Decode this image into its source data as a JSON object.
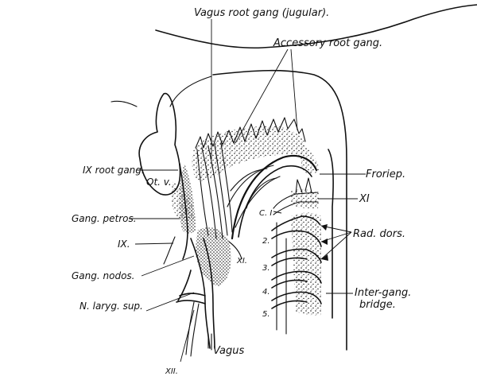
{
  "labels": {
    "vagus_root_gang": "Vagus root gang (jugular).",
    "accessory_root_gang": "Accessory root gang.",
    "ix_root_gang": "IX root gang.",
    "ot_v": "Ot. v.",
    "froriep": "Froriep.",
    "xi_right": "XI",
    "c1": "C. I",
    "gang_petros": "Gang. petros.",
    "ix": "IX.",
    "rad_dors": "Rad. dors.",
    "seg_2": "2.",
    "seg_3": "3.",
    "seg_4": "4.",
    "seg_5": "5.",
    "xi_small": "XI.",
    "gang_nodos": "Gang. nodos.",
    "inter_gang": "Inter-gang.",
    "bridge": "bridge.",
    "n_laryg_sup": "N. laryg. sup.",
    "vagus": "Vagus",
    "xii": "XII."
  },
  "colors": {
    "ink": "#111111",
    "background": "#ffffff"
  }
}
